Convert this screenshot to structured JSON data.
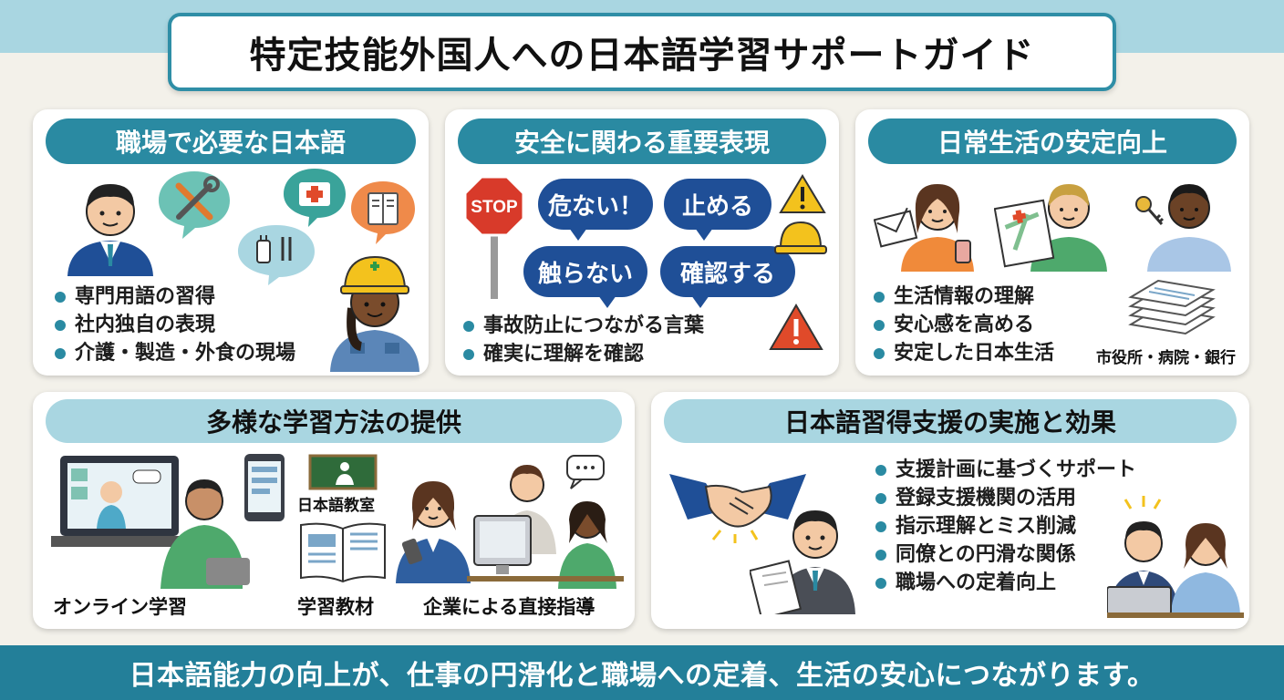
{
  "title": "特定技能外国人への日本語学習サポートガイド",
  "colors": {
    "primary": "#2a8aa2",
    "light": "#a9d6e1",
    "bubble": "#1f4f97",
    "warning": "#e04a2a"
  },
  "workplace": {
    "heading": "職場で必要な日本語",
    "bullets": [
      "専門用語の習得",
      "社内独自の表現",
      "介護・製造・外食の現場"
    ]
  },
  "safety": {
    "heading": "安全に関わる重要表現",
    "stop_sign": "STOP",
    "phrases": [
      "危ない！",
      "止める",
      "触らない",
      "確認する"
    ],
    "bullets": [
      "事故防止につながる言葉",
      "確実に理解を確認"
    ]
  },
  "daily": {
    "heading": "日常生活の安定向上",
    "bullets": [
      "生活情報の理解",
      "安心感を高める",
      "安定した日本生活"
    ],
    "places_label": "市役所・病院・銀行"
  },
  "methods": {
    "heading": "多様な学習方法の提供",
    "classroom_label": "日本語教室",
    "labels": [
      "オンライン学習",
      "学習教材",
      "企業による直接指導"
    ]
  },
  "support": {
    "heading": "日本語習得支援の実施と効果",
    "bullets": [
      "支援計画に基づくサポート",
      "登録支援機関の活用",
      "指示理解とミス削減",
      "同僚との円滑な関係",
      "職場への定着向上"
    ]
  },
  "footer": "日本語能力の向上が、仕事の円滑化と職場への定着、生活の安心につながります。",
  "icons": [
    "tools-icon",
    "first-aid-icon",
    "menu-icon",
    "plug-icon",
    "worker-icon",
    "stop-sign-icon",
    "warning-icon",
    "helmet-icon",
    "letter-icon",
    "map-icon",
    "key-icon",
    "documents-icon",
    "laptop-icon",
    "smartphone-icon",
    "book-icon",
    "handshake-icon"
  ]
}
